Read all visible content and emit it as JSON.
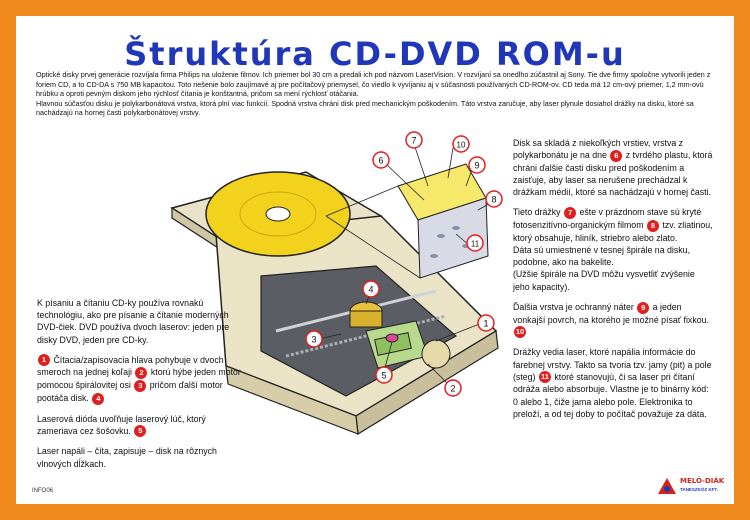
{
  "title": "Štruktúra CD-DVD ROM-u",
  "intro": {
    "p1": "Optické disky prvej generácie rozvíjala firma Philips na uloženie filmov. Ich priemer bol 30 cm a predali ich pod názvom LaserVision. V rozvíjaní sa onedlho zúčastnil aj Sony. Tie dve firmy spoločne vytvorili jeden z foriem CD, a to CD-DA s 750 MB kapacitou. Toto riešenie bolo zaujímavé aj pre počítačový priemysel, čo viedlo k vyvíjaniu aj v súčasnosti používaných CD-ROM-ov. CD teda má 12 cm-ový priemer, 1,2 mm-ovú hrúbku a oproti pevným diskom jeho rýchlosť čítania je konštantná, pričom sa mení rýchlosť otáčania.",
    "p2": "Hlavnou súčasťou disku je polykarbonátová vrstva, ktorá plní viac funkcií.  Spodná vrstva chráni disk pred mechanickým poškodením. Táto vrstva zaručuje, aby laser plynule dosiahol drážky na disku, ktoré sa nachádzajú na hornej časti polykarbonátovej vrstvy."
  },
  "left_col": {
    "p1": "K písaniu a čítaniu CD-ky používa rovnakú technológiu, ako pre písanie a čítanie moderných DVD-čiek. DVD používa dvoch laserov:  jeden pre disky DVD, jeden pre CD-ky.",
    "p2_n1": "1",
    "p2_a": " Čítacia/zapisovacia hlava pohybuje v dvoch smeroch na jednej koľaji ",
    "p2_n2": "2",
    "p2_b": " ktorú hýbe jeden motor pomocou špirálovitej osi ",
    "p2_n3": "3",
    "p2_c": " pričom ďalší motor pootáča disk. ",
    "p2_n4": "4",
    "p3_a": "Laserová dióda uvoľňuje laserový lúč, ktorý zameriava cez šošovku. ",
    "p3_n5": "5",
    "p4": "Laser napáli – číta, zapisuje – disk na rôznych vlnových dĺžkach."
  },
  "right_col": {
    "p1_a": "Disk sa skladá z niekoľkých vrstiev, vrstva z polykarbonátu je na dne ",
    "p1_n6": "6",
    "p1_b": " z tvrdého plastu, ktorá chráni ďalšie časti disku pred poškodením a zaisťuje, aby laser sa nerušene prechádzal k drážkam médií, ktoré sa nachádzajú v hornej časti.",
    "p2_a": "Tieto drážky ",
    "p2_n7": "7",
    "p2_b": " ešte v prázdnom stave sú kryté fotosenzitívno-organickým filmom ",
    "p2_n8": "8",
    "p2_c": " tzv. zliatinou, ktorý obsahuje, hliník, striebro alebo zlato.",
    "p2_d": "Dáta sú umiestnené v tesnej špirále na disku, podobne, ako na bakelite.",
    "p2_e": "(Užšie špirále na DVD môžu vysvetliť zvýšenie jeho kapacity).",
    "p3_a": "Ďalšia vrstva je ochranný náter ",
    "p3_n9": "9",
    "p3_b": " a jeden vonkajší povrch, na ktorého je možné písať fixkou. ",
    "p3_n10": "10",
    "p4_a": "Drážky vedia laser, ktoré napália informácie do farebnej vrstvy. Takto sa tvoria tzv. jamy (pit) a pole (steg) ",
    "p4_n11": "11",
    "p4_b": " ktoré stanovujú, či sa laser pri čítaní odráža alebo absorbuje. Vlastne je to binárny kód: 0 alebo 1, čiže jama alebo pole. Elektronika to preloží, a od tej doby to počítač považuje za dáta."
  },
  "callouts": {
    "c1": "1",
    "c2": "2",
    "c3": "3",
    "c4": "4",
    "c5": "5",
    "c6": "6",
    "c7": "7",
    "c8": "8",
    "c9": "9",
    "c10": "10",
    "c11": "11"
  },
  "footer": {
    "code": "INFO06",
    "logo_text": "MELÓ-DIÁK",
    "logo_sub": "TANESZKÖZ KFT."
  },
  "colors": {
    "frame": "#f08a1c",
    "title": "#1f37b8",
    "callout": "#e02020",
    "disc": "#f2d21c"
  }
}
